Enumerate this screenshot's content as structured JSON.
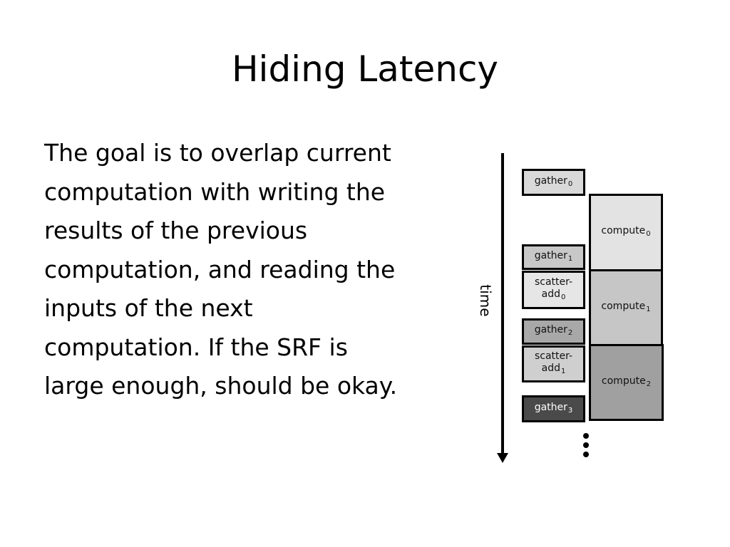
{
  "slide": {
    "title": "Hiding Latency",
    "body_lines": [
      "The goal is to overlap current",
      "computation with writing the",
      "results of the previous",
      "computation, and reading the",
      "inputs of the next",
      "computation. If the SRF is",
      "large enough, should be okay."
    ]
  },
  "diagram": {
    "time_label": "time",
    "memory_ops": [
      {
        "label": "gather",
        "sub": "0",
        "fill": "#d9d9d9"
      },
      {
        "label": "gather",
        "sub": "1",
        "fill": "#c8c8c8"
      },
      {
        "label": "scatter-",
        "label2": "add",
        "sub": "0",
        "fill": "#e6e6e6"
      },
      {
        "label": "gather",
        "sub": "2",
        "fill": "#a8a8a8"
      },
      {
        "label": "scatter-",
        "label2": "add",
        "sub": "1",
        "fill": "#cfcfcf"
      },
      {
        "label": "gather",
        "sub": "3",
        "fill": "#4a4a4a"
      }
    ],
    "compute_ops": [
      {
        "label": "compute",
        "sub": "0",
        "fill": "#e3e3e3"
      },
      {
        "label": "compute",
        "sub": "1",
        "fill": "#c6c6c6"
      },
      {
        "label": "compute",
        "sub": "2",
        "fill": "#a0a0a0"
      }
    ],
    "continuation": "more-steps-ellipsis"
  }
}
